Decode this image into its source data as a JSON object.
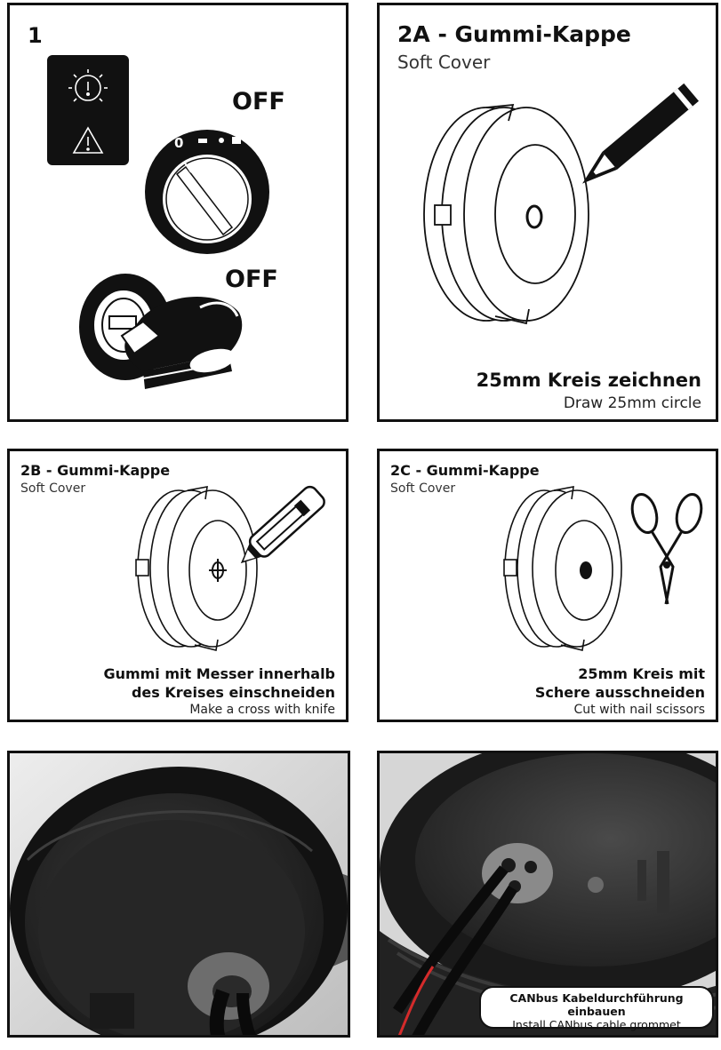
{
  "panel1": {
    "step": "1",
    "off_label_1": "OFF",
    "off_label_2": "OFF",
    "switch_zero": "0",
    "icons": [
      "headlight-bulb-icon",
      "warning-triangle-icon",
      "light-switch-knob-icon",
      "ignition-key-icon"
    ]
  },
  "panel2a": {
    "title": "2A - Gummi-Kappe",
    "subtitle": "Soft Cover",
    "mark": "0",
    "caption_de": "25mm Kreis zeichnen",
    "caption_en": "Draw 25mm circle",
    "icons": [
      "soft-cover-icon",
      "pencil-icon"
    ]
  },
  "panel2b": {
    "title": "2B - Gummi-Kappe",
    "subtitle": "Soft Cover",
    "caption_de_1": "Gummi mit Messer innerhalb",
    "caption_de_2": "des Kreises einschneiden",
    "caption_en": "Make a cross with knife",
    "icons": [
      "soft-cover-icon",
      "utility-knife-icon"
    ]
  },
  "panel2c": {
    "title": "2C - Gummi-Kappe",
    "subtitle": "Soft Cover",
    "caption_de_1": "25mm Kreis mit",
    "caption_de_2": "Schere ausschneiden",
    "caption_en": "Cut with nail scissors",
    "icons": [
      "soft-cover-icon",
      "scissors-icon"
    ]
  },
  "photo_right": {
    "badge_de": "CANbus Kabeldurchführung einbauen",
    "badge_en": "Install CANbus cable grommet"
  },
  "colors": {
    "ink": "#111111",
    "cover_dark": "#2b2b2b",
    "grommet": "#8a8a8a",
    "wire_red": "#d42b2b"
  }
}
